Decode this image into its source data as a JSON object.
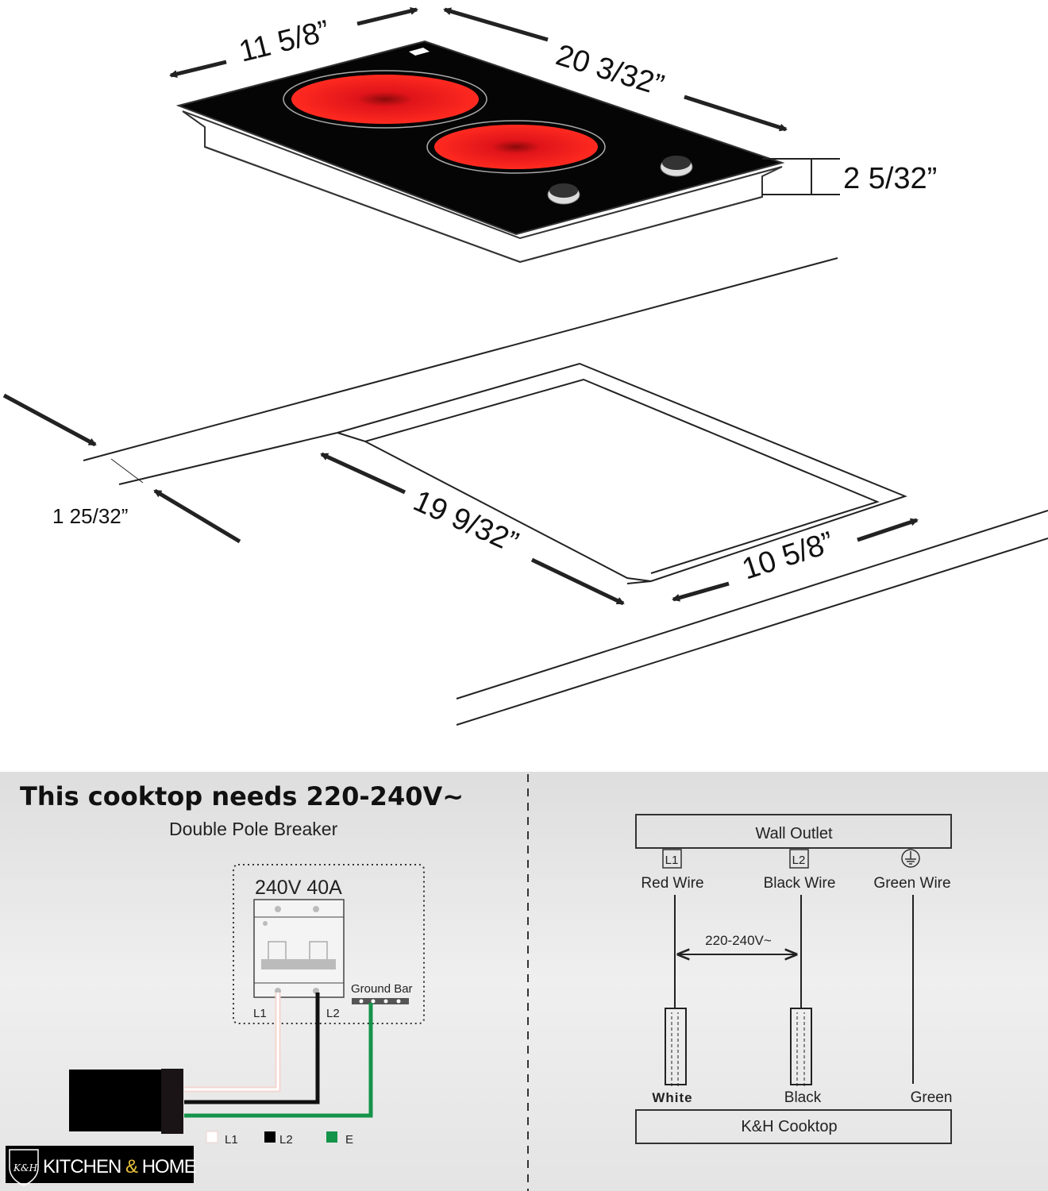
{
  "dimensions": {
    "cooktop_depth": "11 5/8”",
    "cooktop_width": "20 3/32”",
    "cooktop_height": "2 5/32”",
    "countertop_thickness": "1 25/32”",
    "cutout_width": "19 9/32”",
    "cutout_depth": "10 5/8”"
  },
  "breaker_panel": {
    "title": "This cooktop needs 220-240V~",
    "subtitle": "Double Pole Breaker",
    "rating": "240V 40A",
    "ground_bar": "Ground Bar",
    "terminal_l1": "L1",
    "terminal_l2": "L2",
    "legend": [
      {
        "label": "L1",
        "color": "#ffffff"
      },
      {
        "label": "L2",
        "color": "#000000"
      },
      {
        "label": "E",
        "color": "#14934a"
      }
    ],
    "brand": {
      "name_a": "KITCHEN",
      "amp": "&",
      "name_b": "HOME",
      "monogram": "K&H"
    }
  },
  "wiring": {
    "top_box": "Wall Outlet",
    "bottom_box": "K&H Cooktop",
    "voltage": "220-240V~",
    "terminals": [
      {
        "tag": "L1",
        "wire": "Red Wire",
        "cooktop_wire": "White"
      },
      {
        "tag": "L2",
        "wire": "Black Wire",
        "cooktop_wire": "Black"
      },
      {
        "tag": "ground",
        "wire": "Green Wire",
        "cooktop_wire": "Green"
      }
    ]
  },
  "colors": {
    "burner": "#e0141a",
    "wire_green": "#14934a",
    "wire_white": "#ffffff"
  }
}
